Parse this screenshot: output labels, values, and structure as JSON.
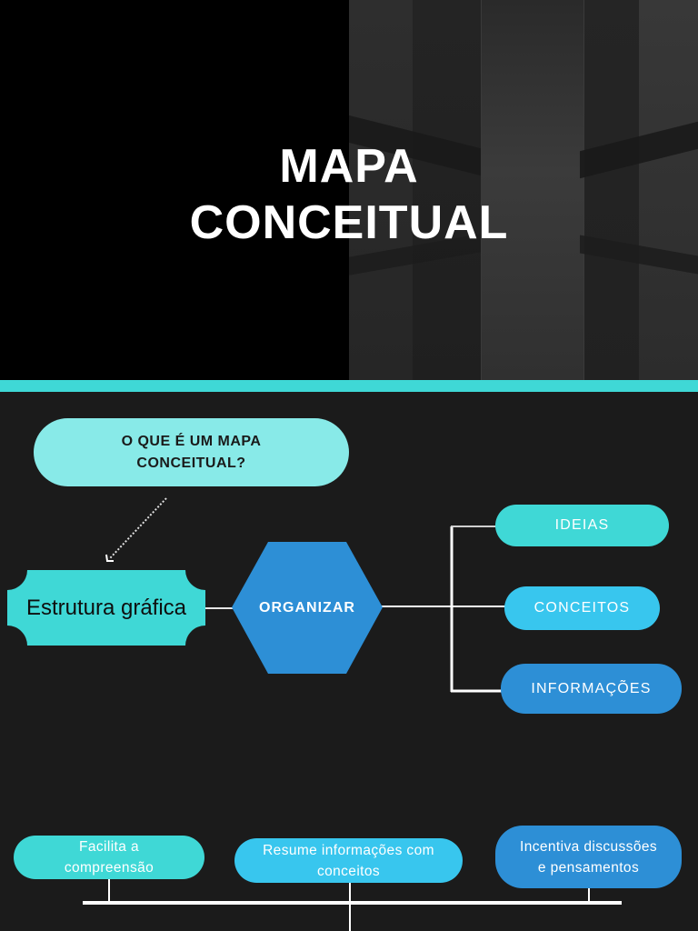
{
  "header": {
    "title_line1": "MAPA",
    "title_line2": "CONCEITUAL"
  },
  "colors": {
    "background": "#1b1b1b",
    "accent_cyan": "#3fd8d6",
    "light_cyan": "#88eae8",
    "sky_blue": "#38c6ee",
    "blue": "#2d8fd6",
    "hero_black": "#000000",
    "line": "#ffffff"
  },
  "diagram": {
    "question": {
      "line1": "O QUE É UM MAPA",
      "line2": "CONCEITUAL?"
    },
    "definition": "Estrutura gráfica",
    "central_node": "ORGANIZAR",
    "branches": [
      {
        "label": "IDEIAS",
        "color": "#3fd8d6"
      },
      {
        "label": "CONCEITOS",
        "color": "#38c6ee"
      },
      {
        "label": "INFORMAÇÕES",
        "color": "#2d8fd6"
      }
    ],
    "benefits": [
      {
        "line1": "Facilita a",
        "line2": "compreensão",
        "color": "#3fd8d6"
      },
      {
        "line1": "Resume informações com",
        "line2": "conceitos",
        "color": "#38c6ee"
      },
      {
        "line1": "Incentiva discussões",
        "line2": "e pensamentos",
        "color": "#2d8fd6"
      }
    ]
  }
}
